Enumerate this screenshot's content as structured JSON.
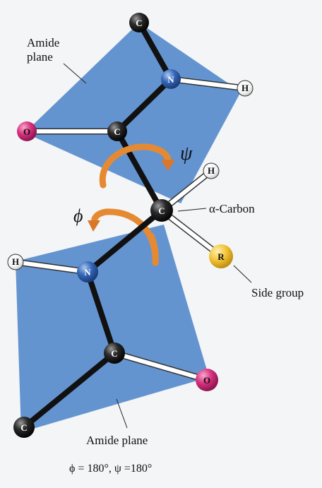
{
  "labels": {
    "amide_plane_top_line1": "Amide",
    "amide_plane_top_line2": "plane",
    "amide_plane_bottom": "Amide plane",
    "alpha_carbon": "α-Carbon",
    "side_group": "Side group",
    "psi_symbol": "ψ",
    "phi_symbol": "ϕ",
    "caption": "ϕ = 180°, ψ =180°"
  },
  "atoms": {
    "carbon": "C",
    "nitrogen": "N",
    "oxygen": "O",
    "hydrogen": "H",
    "side_chain": "R"
  },
  "colors": {
    "background": "#f3f5f6",
    "plane": "#5f8fcf",
    "carbon": "#1a1a1a",
    "nitrogen": "#2f5fb0",
    "oxygen": "#d0307a",
    "hydrogen": "#ffffff",
    "side_chain": "#f0c030",
    "rotation_arrow": "#e8903a"
  }
}
